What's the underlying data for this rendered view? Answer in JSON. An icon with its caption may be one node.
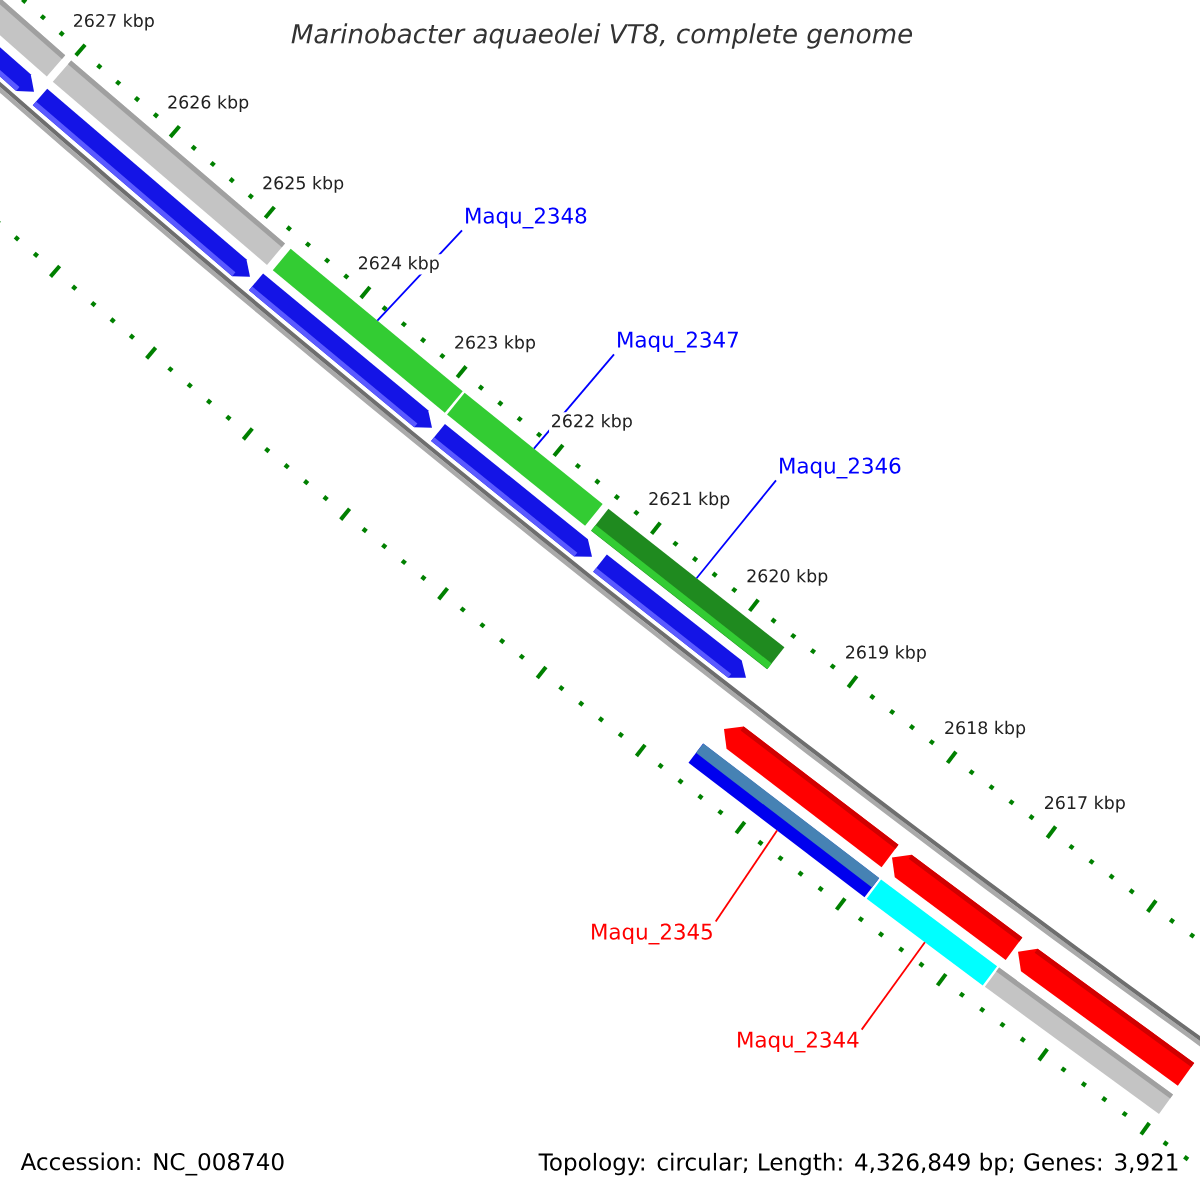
{
  "diagram": {
    "title": "Marinobacter aquaeolei VT8, complete genome",
    "nodes": [
      {
        "text": [
          "Maqu_2348"
        ]
      },
      {
        "text": [
          "Maqu_2347"
        ]
      },
      {
        "text": [
          "Maqu_2346"
        ]
      },
      {
        "text": [
          "Maqu_2345"
        ]
      },
      {
        "text": [
          "Maqu_2344"
        ]
      },
      {
        "text": [],
        "shape": "bar"
      },
      {
        "text": [],
        "shape": "bar"
      },
      {
        "text": [],
        "shape": "bar"
      },
      {
        "text": [],
        "shape": "bar"
      },
      {
        "text": [],
        "shape": "bar"
      }
    ],
    "edges": [
      {
        "from": 0,
        "to": 5,
        "arrow": "none"
      },
      {
        "from": 1,
        "to": 6,
        "arrow": "none"
      },
      {
        "from": 2,
        "to": 7,
        "arrow": "none"
      },
      {
        "from": 3,
        "to": 8,
        "arrow": "none",
        "color": "#ff0000"
      },
      {
        "from": 4,
        "to": 9,
        "arrow": "none",
        "color": "#ff0000"
      }
    ],
    "labels": [
      "2627 kbp",
      "2626 kbp",
      "2625 kbp",
      "2624 kbp",
      "2623 kbp",
      "2622 kbp",
      "2621 kbp",
      "2620 kbp",
      "2619 kbp",
      "2618 kbp",
      "2617 kbp",
      "Accession: NC_008740",
      "Topology: circular; Length: 4,326,849 bp; Genes: 3,921"
    ]
  }
}
